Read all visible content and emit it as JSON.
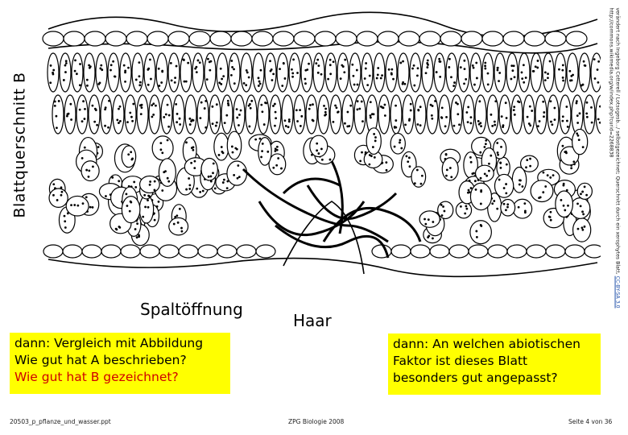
{
  "title": "Blattquerschnitt B",
  "credit": {
    "line1": "verändert nach Ingeborg Cotterell / Lotsogesb.../ selbstgezeichnet; Querschnitt durch ein xerophytes Blatt,",
    "license": "CC-BY-SA 3.0",
    "line2": "http://commons.wikimedia.org/w/index.php?curid=2268838"
  },
  "labels": {
    "stoma": "Spaltöffnung",
    "hair": "Haar"
  },
  "left_box": {
    "line1": "dann: Vergleich mit Abbildung",
    "line2": "Wie gut hat A beschrieben?",
    "line3": "Wie gut hat B gezeichnet?"
  },
  "right_box": {
    "line1": "dann: An welchen abiotischen",
    "line2": "Faktor ist dieses Blatt",
    "line3": "besonders gut angepasst?"
  },
  "footer": {
    "file": "20503_p_pflanze_und_wasser.ppt",
    "org": "ZPG Biologie 2008",
    "page": "Seite 4 von 36"
  },
  "colors": {
    "highlight": "#ffff00",
    "question_red": "#d00000",
    "license_link": "#1f4fa8"
  }
}
